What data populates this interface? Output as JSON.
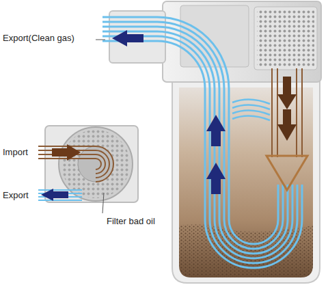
{
  "diagram": {
    "labels": [
      "Export(Clean gas)",
      "Import",
      "Export",
      "Filter bad oil"
    ]
  }
}
